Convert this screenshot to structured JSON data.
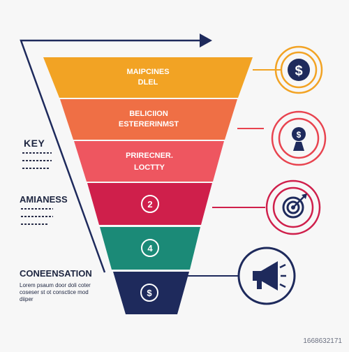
{
  "funnel": {
    "stages": [
      {
        "line1": "MAIPCINES",
        "line2": "DLEL",
        "color": "#f2a324"
      },
      {
        "line1": "BELICIION",
        "line2": "ESTERERINMST",
        "color": "#ef6f45"
      },
      {
        "line1": "PRIRECNER.",
        "line2": "LOCTTY",
        "color": "#ee5660"
      },
      {
        "number": "2",
        "color": "#cf1f4b"
      },
      {
        "number": "4",
        "color": "#1b8a77"
      },
      {
        "symbol": "$",
        "color": "#1e2a5c"
      }
    ]
  },
  "left_labels": {
    "key_title": "KEY",
    "awareness_title": "AMIANESS",
    "conversion_title": "CONEENSATION",
    "conversion_body": "Lorem psaum door doli coter coseser st ot consctice mod diiper"
  },
  "side_icons": [
    {
      "icon": "dollar-coin-icon",
      "ring_color": "#f2a324",
      "symbol": "$"
    },
    {
      "icon": "money-bag-icon",
      "ring_color": "#e8434f",
      "symbol": "$"
    },
    {
      "icon": "target-icon",
      "ring_color": "#cf1f4b"
    },
    {
      "icon": "megaphone-icon",
      "ring_color": "#1e2a5c"
    }
  ],
  "watermark": "1668632171"
}
